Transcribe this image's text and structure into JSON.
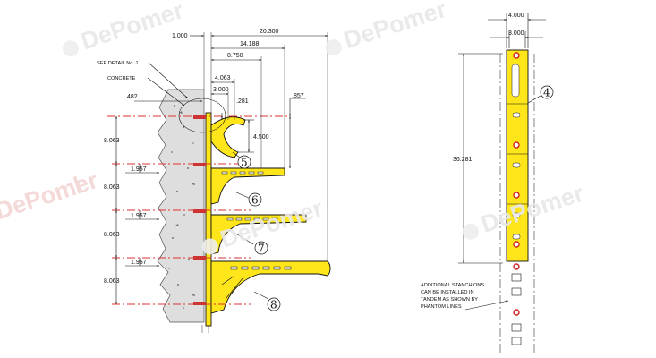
{
  "watermark": {
    "text": "DePomer",
    "mark": "l"
  },
  "side_view": {
    "dims": {
      "d_1000": "1.000",
      "d_20300": "20.300",
      "d_14188": "14.188",
      "d_8750": "8.750",
      "d_4063": "4.063",
      "d_3000": "3.000",
      "d_281": ".281",
      "d_482": ".482",
      "d_857": ".857",
      "d_4500": "4.500",
      "d_8063": "8.063",
      "d_1957": "1.957"
    },
    "see_detail": "SEE DETAIL No. 1",
    "concrete": "CONCRETE",
    "balloons": [
      "5",
      "6",
      "7",
      "8"
    ]
  },
  "front_view": {
    "dims": {
      "d_4000": "4.000",
      "d_3000": "3.000",
      "d_36281": "36.281"
    },
    "balloon": "4",
    "note": [
      "ADDITIONAL STANCHIONS",
      "CAN BE INSTALLED IN",
      "TANDEM AS SHOWN BY",
      "PHANTOM LINES"
    ]
  },
  "colors": {
    "part": "#ffe61a",
    "centerline": "#dd3333"
  }
}
